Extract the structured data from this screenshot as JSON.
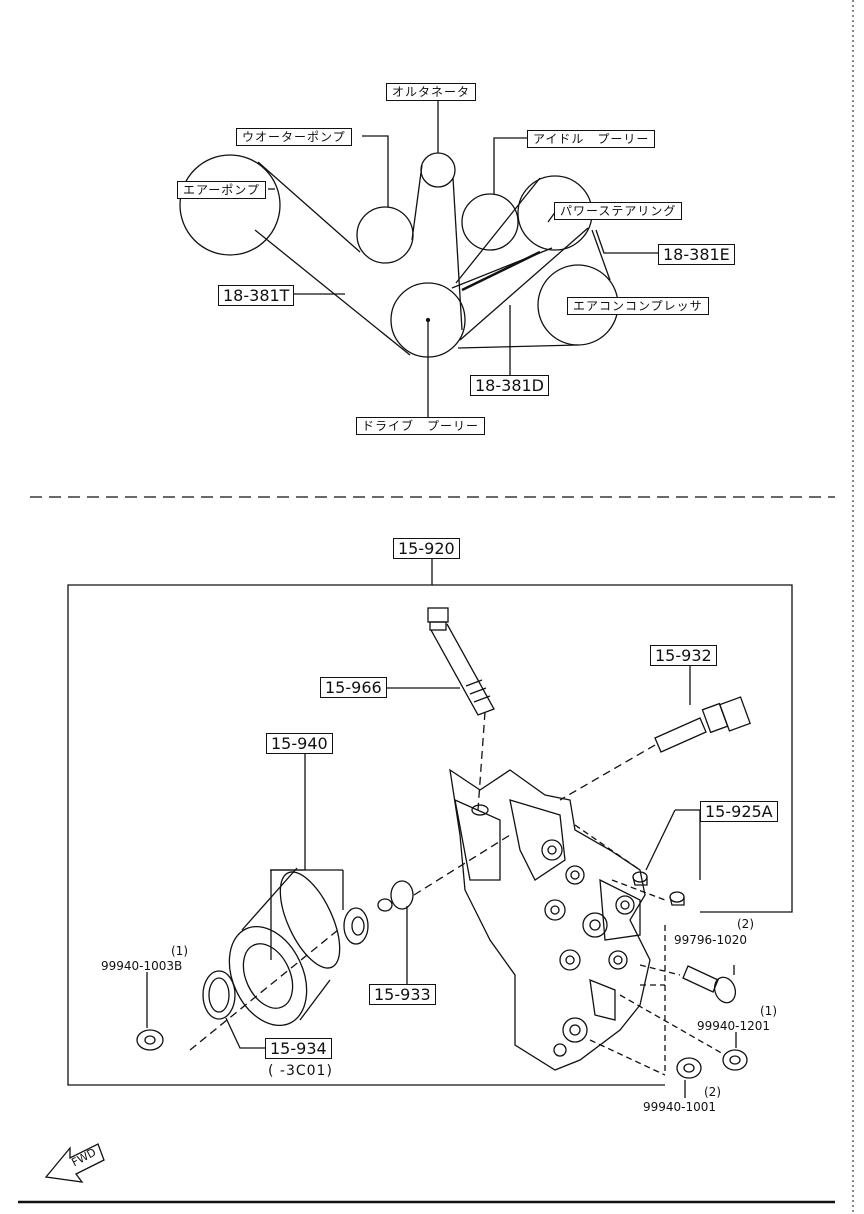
{
  "top": {
    "labels": {
      "alternator": "オルタネータ",
      "water_pump": "ウオーターポンプ",
      "idle_pulley": "アイドル　プーリー",
      "air_pump": "エアーポンプ",
      "power_steering": "パワーステアリング",
      "belt_e": "18-381E",
      "belt_t": "18-381T",
      "ac_compressor": "エアコンコンプレッサ",
      "belt_d": "18-381D",
      "drive_pulley": "ドライブ　プーリー"
    }
  },
  "bottom": {
    "labels": {
      "bracket_assy": "15-920",
      "bolt_966": "15-966",
      "bolt_932": "15-932",
      "pulley_940": "15-940",
      "cap_925a": "15-925A",
      "spacer_933": "15-933",
      "washer_934": "15-934",
      "washer_934_note": "( -3C01)",
      "part_1020": "99796-1020",
      "qty_1020": "(2)",
      "part_1003b": "99940-1003B",
      "qty_1003b": "(1)",
      "part_1201": "99940-1201",
      "qty_1201": "(1)",
      "part_1001": "99940-1001",
      "qty_1001": "(2)",
      "fwd": "FWD"
    }
  }
}
